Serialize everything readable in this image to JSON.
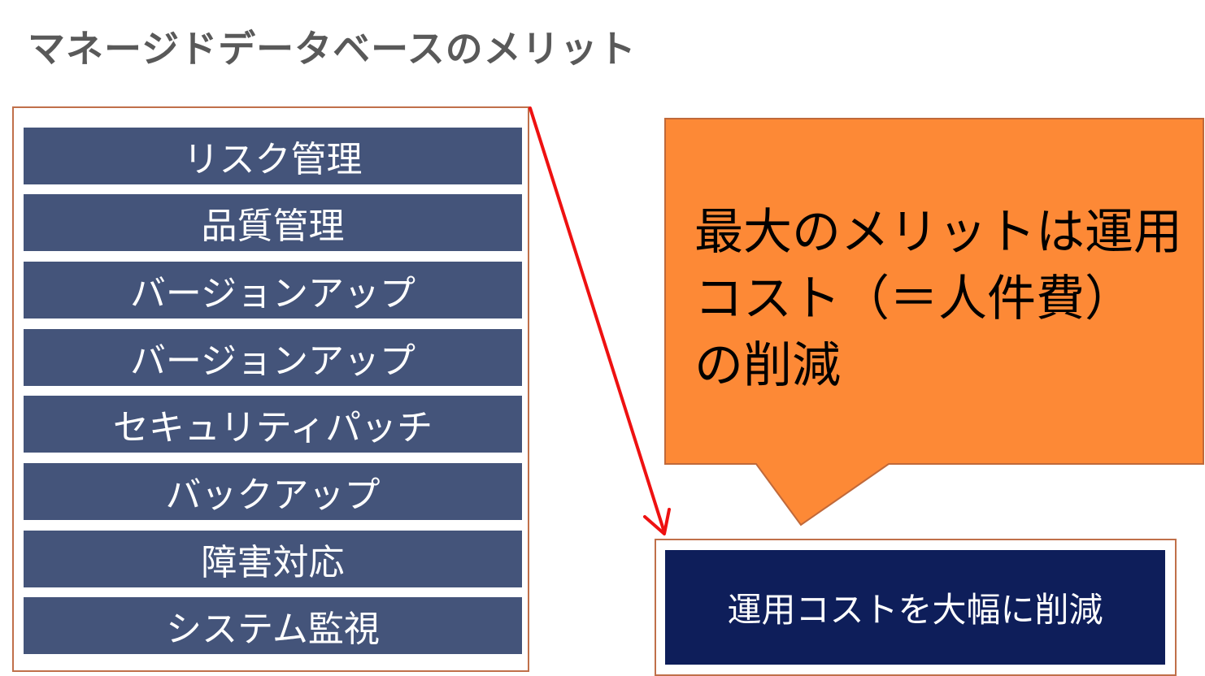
{
  "title": "マネージドデータベースのメリット",
  "items": [
    "リスク管理",
    "品質管理",
    "バージョンアップ",
    "バージョンアップ",
    "セキュリティパッチ",
    "バックアップ",
    "障害対応",
    "システム監視"
  ],
  "callout": {
    "lines": [
      "最大のメリットは運用",
      "コスト（＝人件費）",
      "の削減"
    ]
  },
  "result": "運用コストを大幅に削減",
  "colors": {
    "item_fill": "#44547a",
    "frame_border": "#c0704a",
    "callout_fill": "#fd8936",
    "arrow": "#ee1111",
    "result_fill": "#0e1e5a"
  },
  "icons": [
    "arrow-icon"
  ]
}
